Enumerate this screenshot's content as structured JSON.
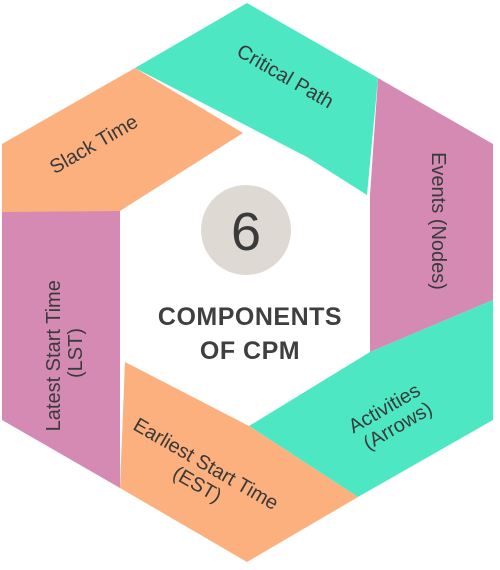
{
  "center": {
    "number": "6",
    "title_line1": "COMPONENTS",
    "title_line2": "OF CPM"
  },
  "segments": [
    {
      "id": "critical-path",
      "lines": [
        "Critical Path"
      ],
      "color": "#4de8c3"
    },
    {
      "id": "events-nodes",
      "lines": [
        "Events (Nodes)"
      ],
      "color": "#d58ab4"
    },
    {
      "id": "activities-arrows",
      "lines": [
        "Activities",
        "(Arrows)"
      ],
      "color": "#4de8c3"
    },
    {
      "id": "earliest-start-time",
      "lines": [
        "Earliest Start Time",
        "(EST)"
      ],
      "color": "#fbb07e"
    },
    {
      "id": "latest-start-time",
      "lines": [
        "Latest Start Time",
        "(LST)"
      ],
      "color": "#d58ab4"
    },
    {
      "id": "slack-time",
      "lines": [
        "Slack Time"
      ],
      "color": "#fbb07e"
    }
  ],
  "colors": {
    "circle": "#dedad3",
    "text": "#3a3a3a",
    "background": "#ffffff"
  }
}
